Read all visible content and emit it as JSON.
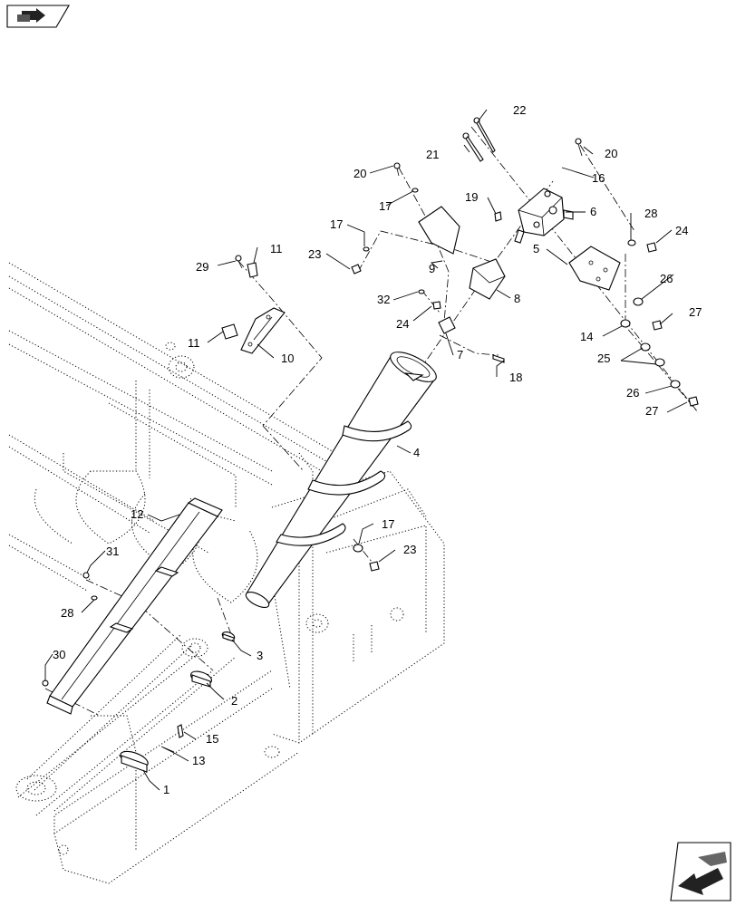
{
  "diagram": {
    "callouts": [
      {
        "id": "c1",
        "text": "1"
      },
      {
        "id": "c2",
        "text": "2"
      },
      {
        "id": "c3",
        "text": "3"
      },
      {
        "id": "c4",
        "text": "4"
      },
      {
        "id": "c5",
        "text": "5"
      },
      {
        "id": "c6",
        "text": "6"
      },
      {
        "id": "c7",
        "text": "7"
      },
      {
        "id": "c8",
        "text": "8"
      },
      {
        "id": "c9",
        "text": "9"
      },
      {
        "id": "c10",
        "text": "10"
      },
      {
        "id": "c11a",
        "text": "11"
      },
      {
        "id": "c11b",
        "text": "11"
      },
      {
        "id": "c12",
        "text": "12"
      },
      {
        "id": "c13",
        "text": "13"
      },
      {
        "id": "c14",
        "text": "14"
      },
      {
        "id": "c15",
        "text": "15"
      },
      {
        "id": "c16",
        "text": "16"
      },
      {
        "id": "c17a",
        "text": "17"
      },
      {
        "id": "c17b",
        "text": "17"
      },
      {
        "id": "c17c",
        "text": "17"
      },
      {
        "id": "c18",
        "text": "18"
      },
      {
        "id": "c19",
        "text": "19"
      },
      {
        "id": "c20a",
        "text": "20"
      },
      {
        "id": "c20b",
        "text": "20"
      },
      {
        "id": "c21",
        "text": "21"
      },
      {
        "id": "c22",
        "text": "22"
      },
      {
        "id": "c23a",
        "text": "23"
      },
      {
        "id": "c23b",
        "text": "23"
      },
      {
        "id": "c24a",
        "text": "24"
      },
      {
        "id": "c24b",
        "text": "24"
      },
      {
        "id": "c25",
        "text": "25"
      },
      {
        "id": "c26a",
        "text": "26"
      },
      {
        "id": "c26b",
        "text": "26"
      },
      {
        "id": "c27a",
        "text": "27"
      },
      {
        "id": "c27b",
        "text": "27"
      },
      {
        "id": "c28a",
        "text": "28"
      },
      {
        "id": "c28b",
        "text": "28"
      },
      {
        "id": "c29",
        "text": "29"
      },
      {
        "id": "c30",
        "text": "30"
      },
      {
        "id": "c31",
        "text": "31"
      },
      {
        "id": "c32",
        "text": "32"
      }
    ]
  },
  "nav": {
    "top_icon": "previous-page-icon",
    "bottom_icon": "next-page-icon"
  }
}
